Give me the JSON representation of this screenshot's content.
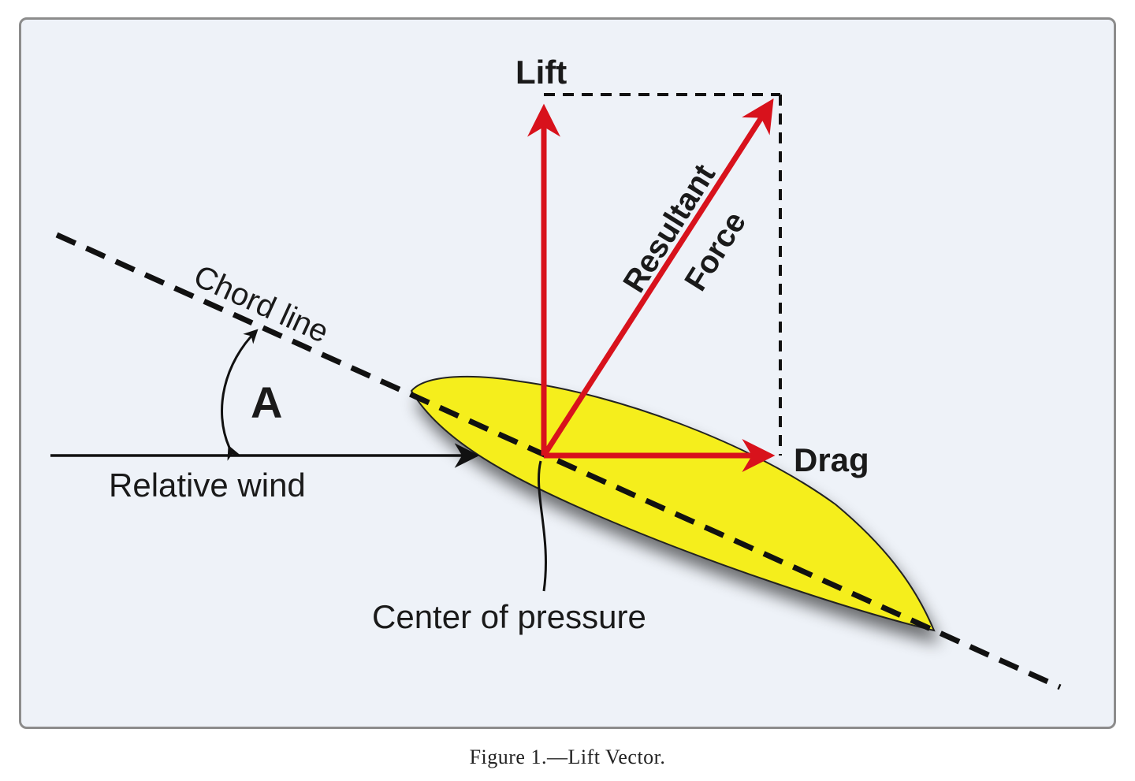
{
  "labels": {
    "lift": "Lift",
    "resultant_line1": "Resultant",
    "resultant_line2": "Force",
    "chord_line": "Chord line",
    "angle": "A",
    "relative_wind": "Relative wind",
    "drag": "Drag",
    "center_of_pressure": "Center of pressure"
  },
  "caption": "Figure 1.—Lift Vector.",
  "colors": {
    "panel_background": "#eef2f8",
    "airfoil_fill": "#f5ee1b",
    "force_vector": "#d8121c",
    "line": "#111111"
  }
}
